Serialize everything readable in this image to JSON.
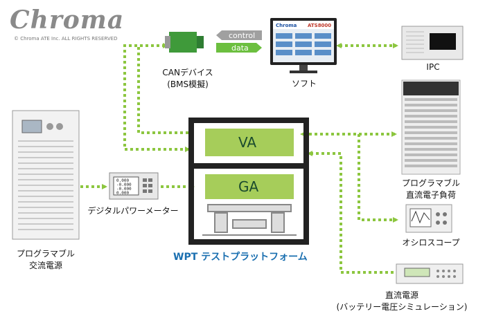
{
  "logo": {
    "text": "Chroma",
    "copyright": "© Chroma ATE Inc. ALL RIGHTS RESERVED"
  },
  "nodes": {
    "can_device": "CANデバイス\n(BMS模擬)",
    "software": "ソフト",
    "ipc": "IPC",
    "digital_power_meter": "デジタルパワーメーター",
    "ac_source": "プログラマブル\n交流電源",
    "dc_load": "プログラマブル\n直流電子負荷",
    "oscilloscope": "オシロスコープ",
    "dc_source": "直流電源\n(バッテリー電圧シミュレーション)",
    "wpt_platform": "WPT テストプラットフォーム",
    "va": "VA",
    "ga": "GA"
  },
  "signals": {
    "control": "control",
    "data": "data"
  },
  "software_screen": {
    "title": "Chroma",
    "product": "ATS8000"
  },
  "meter_readings": [
    "0.000",
    "-0.000",
    "-0.000",
    "0.000"
  ],
  "colors": {
    "arrow": "#8cc63f",
    "box_green": "#a6cd5a",
    "frame": "#222222",
    "title_blue": "#1a6fb0",
    "control_pill": "#a0a0a0"
  }
}
